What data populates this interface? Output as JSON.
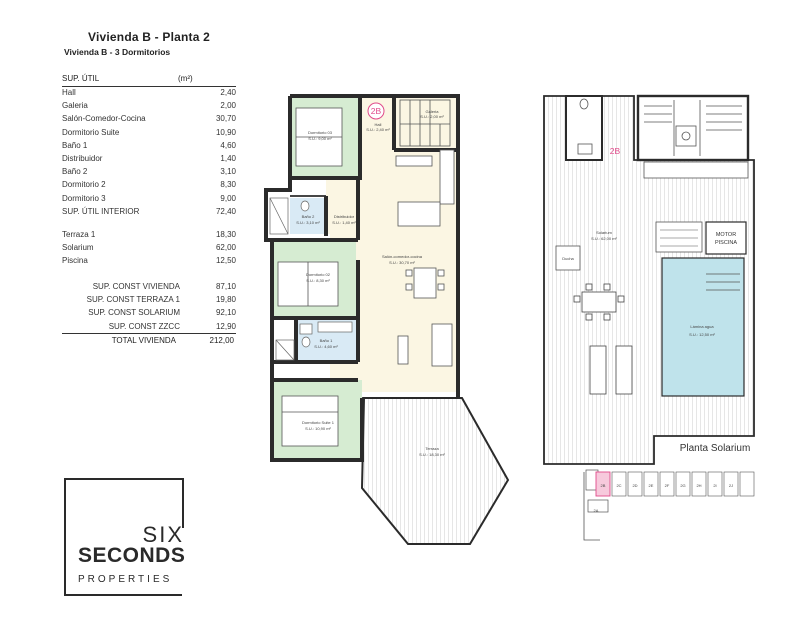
{
  "header": {
    "title": "Vivienda B - Planta 2",
    "subtitle": "Vivienda B - 3 Dormitorios"
  },
  "areas": {
    "col_label": "SUP. ÚTIL",
    "col_unit": "(m²)",
    "rooms": [
      {
        "name": "Hall",
        "value": "2,40"
      },
      {
        "name": "Galeria",
        "value": "2,00"
      },
      {
        "name": "Salón-Comedor-Cocina",
        "value": "30,70"
      },
      {
        "name": "Dormitorio Suite",
        "value": "10,90"
      },
      {
        "name": "Baño 1",
        "value": "4,60"
      },
      {
        "name": "Distribuidor",
        "value": "1,40"
      },
      {
        "name": "Baño 2",
        "value": "3,10"
      },
      {
        "name": "Dormitorio 2",
        "value": "8,30"
      },
      {
        "name": "Dormitorio 3",
        "value": "9,00"
      }
    ],
    "interior": {
      "name": "SUP. ÚTIL INTERIOR",
      "value": "72,40"
    },
    "exterior": [
      {
        "name": "Terraza 1",
        "value": "18,30"
      },
      {
        "name": "Solarium",
        "value": "62,00"
      },
      {
        "name": "Piscina",
        "value": "12,50"
      }
    ],
    "constructed": [
      {
        "name": "SUP. CONST VIVIENDA",
        "value": "87,10"
      },
      {
        "name": "SUP. CONST TERRAZA 1",
        "value": "19,80"
      },
      {
        "name": "SUP. CONST SOLARIUM",
        "value": "92,10"
      },
      {
        "name": "SUP. CONST ZZCC",
        "value": "12,90"
      }
    ],
    "total": {
      "name": "TOTAL VIVIENDA",
      "value": "212,00"
    }
  },
  "plan_labels": {
    "unit_tag": "2B",
    "hall": "Hall",
    "hall_sub": "S.U.: 2,40 m²",
    "galeria": "Galeria",
    "galeria_sub": "S.U.: 2,00 m²",
    "dorm3": "Dormitorio 03",
    "dorm3_sub": "S.U.: 9,00 m²",
    "bano2": "Baño 2",
    "bano2_sub": "S.U.: 3,10 m²",
    "distrib": "Distribuidor",
    "distrib_sub": "S.U.: 1,40 m²",
    "salon": "Salón-comedor-cocina",
    "salon_sub": "S.U.: 30,70 m²",
    "dorm2": "Dormitorio 02",
    "dorm2_sub": "S.U.: 8,30 m²",
    "bano1": "Baño 1",
    "bano1_sub": "S.U.: 4,60 m²",
    "suite": "Dormitorio Suite 1",
    "suite_sub": "S.U.: 10,90 m²",
    "terraza": "Terraza",
    "terraza_sub": "S.U.: 18,30 m²",
    "solarium": "Solarium",
    "solarium_sub": "S.U.: 62,00 m²",
    "ducha": "Ducha",
    "motor": "MOTOR PISCINA",
    "lamina": "Lámina agua",
    "lamina_sub": "S.U.: 12,50 m²",
    "planta_solarium": "Planta Solarium",
    "key_units": [
      "2A",
      "2B",
      "2C",
      "2D",
      "2E",
      "2F",
      "2G",
      "2H",
      "2I",
      "2J"
    ]
  },
  "brand": {
    "line1": "SIX",
    "line2": "SECONDS",
    "line3": "PROPERTIES"
  },
  "colors": {
    "room_green": "#d6ecd2",
    "pool_blue": "#bfe3eb",
    "bath_blue": "#d9eaf5",
    "circulation": "#fbf6e3",
    "wall": "#2b2b2b",
    "tag_pink": "#e04a8a"
  }
}
